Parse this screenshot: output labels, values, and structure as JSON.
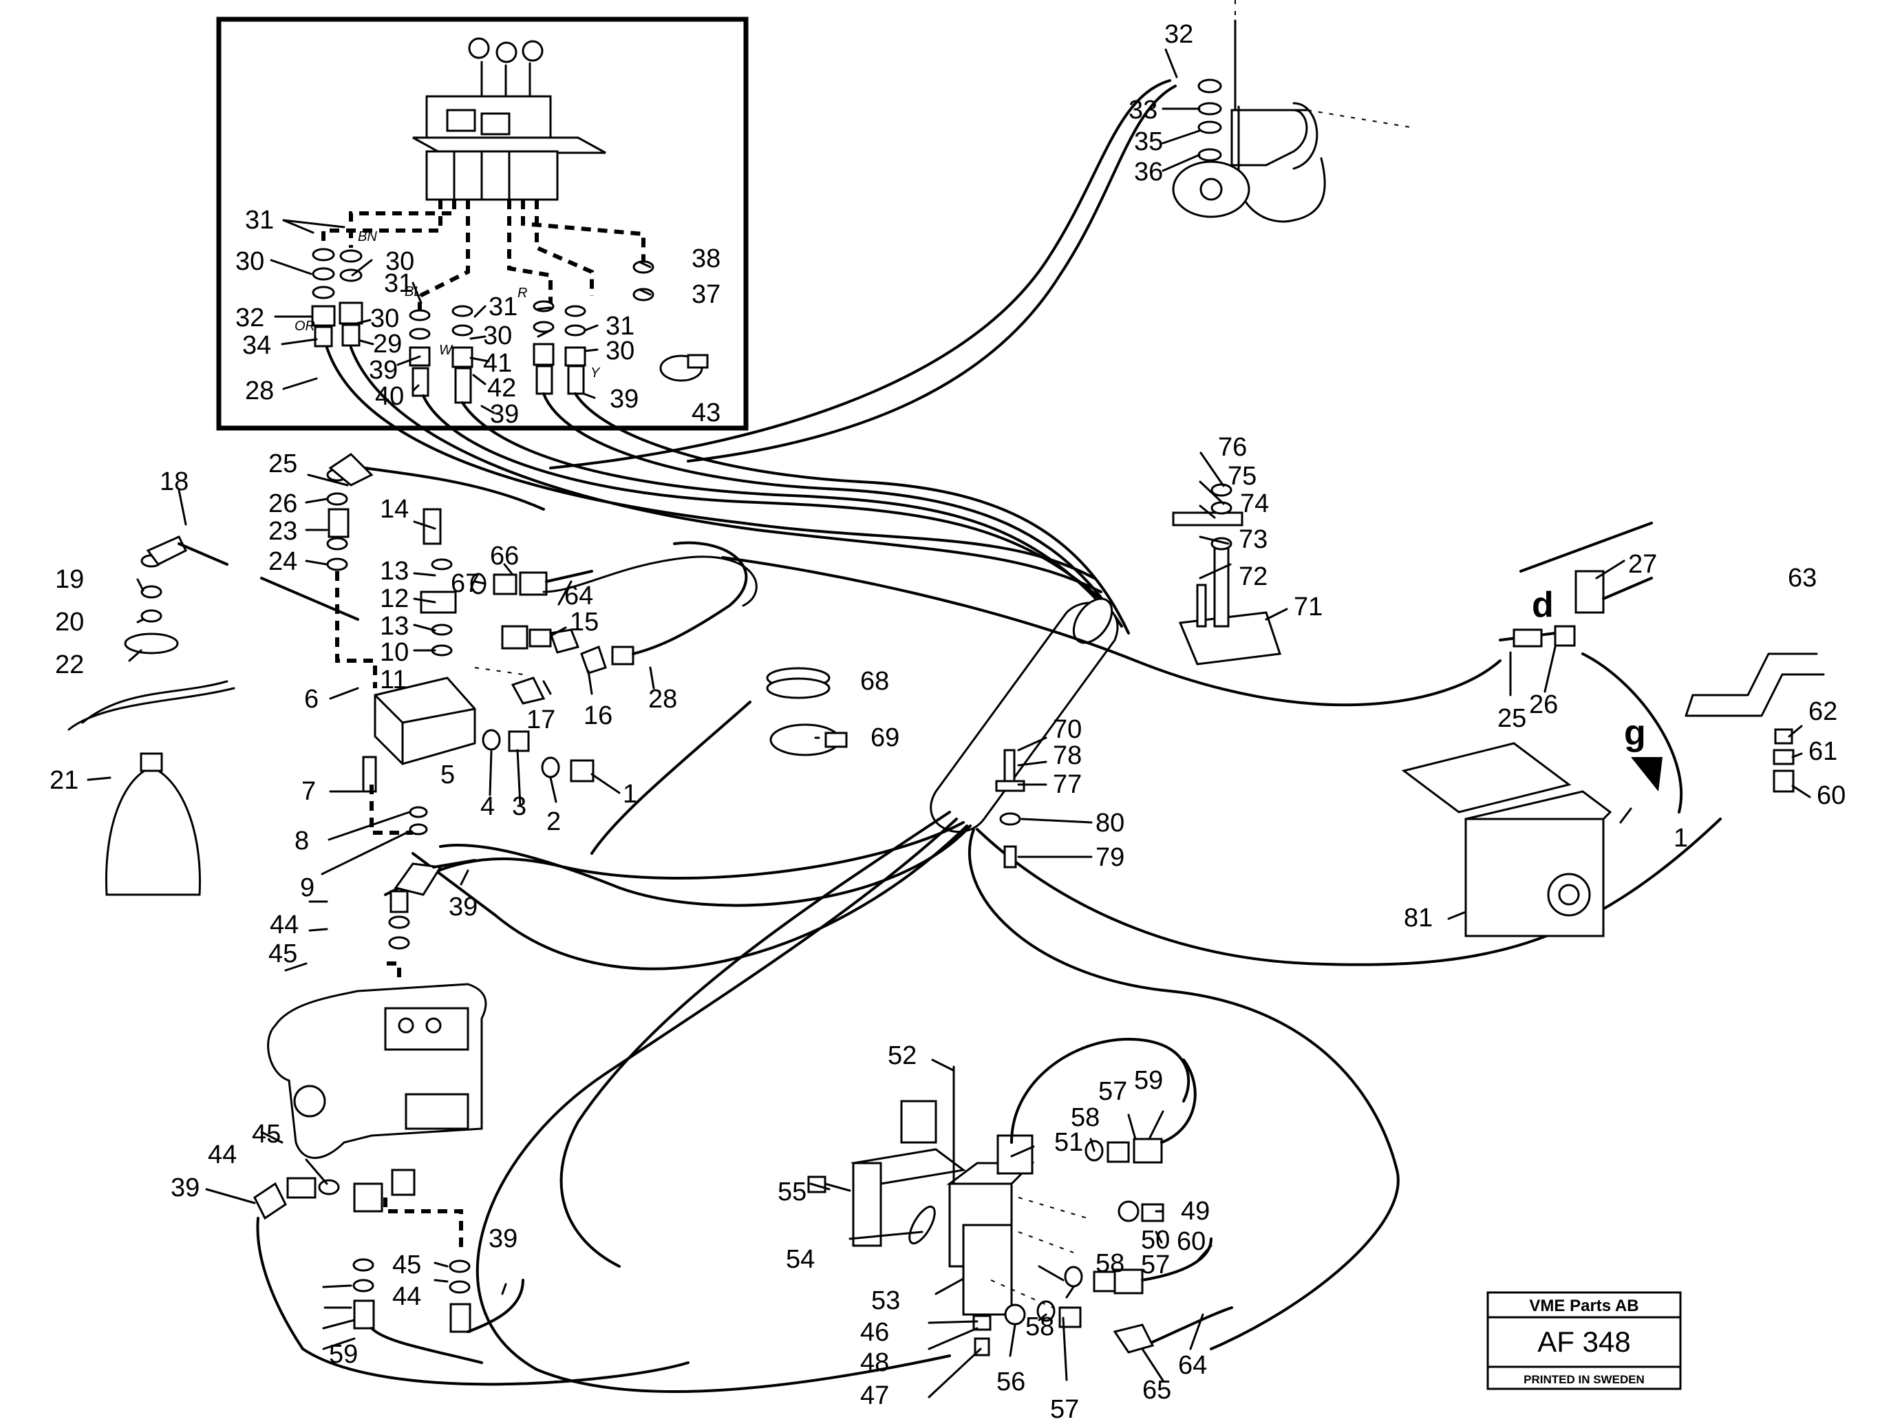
{
  "callouts": {
    "c1a": "1",
    "c1b": "1",
    "c2": "2",
    "c3": "3",
    "c4": "4",
    "c5": "5",
    "c6": "6",
    "c7": "7",
    "c8": "8",
    "c9": "9",
    "c10": "10",
    "c11": "11",
    "c12": "12",
    "c13a": "13",
    "c13b": "13",
    "c14": "14",
    "c15": "15",
    "c16": "16",
    "c17": "17",
    "c18": "18",
    "c19": "19",
    "c20": "20",
    "c21": "21",
    "c22": "22",
    "c23": "23",
    "c24": "24",
    "c25a": "25",
    "c25b": "25",
    "c26a": "26",
    "c26b": "26",
    "c27": "27",
    "c28a": "28",
    "c28b": "28",
    "c29": "29",
    "c30a": "30",
    "c30b": "30",
    "c30c": "30",
    "c30d": "30",
    "c30e": "30",
    "c31a": "31",
    "c31b": "31",
    "c31c": "31",
    "c31d": "31",
    "c32a": "32",
    "c32b": "32",
    "c33": "33",
    "c34": "34",
    "c35": "35",
    "c36": "36",
    "c37": "37",
    "c38": "38",
    "c39a": "39",
    "c39b": "39",
    "c39c": "39",
    "c39d": "39",
    "c39e": "39",
    "c39f": "39",
    "c40": "40",
    "c41": "41",
    "c42": "42",
    "c43": "43",
    "c44a": "44",
    "c44b": "44",
    "c44c": "44",
    "c45a": "45",
    "c45b": "45",
    "c45c": "45",
    "c46": "46",
    "c47": "47",
    "c48": "48",
    "c49": "49",
    "c50": "50",
    "c51": "51",
    "c52": "52",
    "c53": "53",
    "c54": "54",
    "c55": "55",
    "c56": "56",
    "c57a": "57",
    "c57b": "57",
    "c57c": "57",
    "c58a": "58",
    "c58b": "58",
    "c58c": "58",
    "c59a": "59",
    "c59b": "59",
    "c60a": "60",
    "c60b": "60",
    "c61": "61",
    "c62": "62",
    "c63": "63",
    "c64a": "64",
    "c64b": "64",
    "c65": "65",
    "c66": "66",
    "c67": "67",
    "c68": "68",
    "c69": "69",
    "c70": "70",
    "c71": "71",
    "c72": "72",
    "c73": "73",
    "c74": "74",
    "c75": "75",
    "c76": "76",
    "c77": "77",
    "c78": "78",
    "c79": "79",
    "c80": "80",
    "c81": "81"
  },
  "section_letters": {
    "d": "d",
    "g": "g"
  },
  "wire_codes": {
    "bn1": "BN",
    "bl": "BL",
    "r": "R",
    "or": "OR",
    "w": "W",
    "y": "Y"
  },
  "title_block": {
    "company": "VME Parts AB",
    "code": "AF 348",
    "printed": "PRINTED IN SWEDEN"
  }
}
